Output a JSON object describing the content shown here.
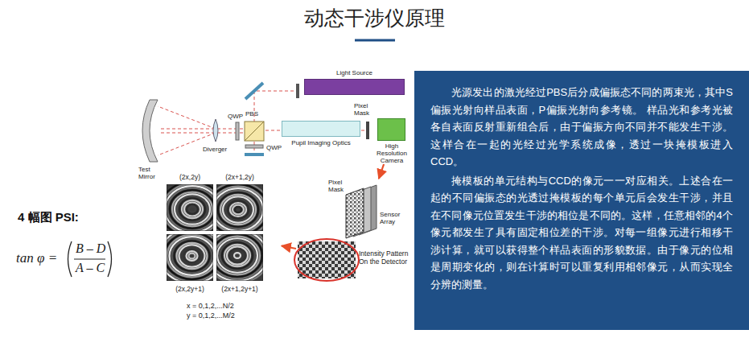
{
  "diagram": {
    "title": "动态干涉仪原理",
    "nodes": [
      {
        "text": [
          "Light Source"
        ]
      },
      {
        "text": [
          "Pupil Imaging Optics"
        ]
      },
      {
        "text": [
          "High Resolution Camera"
        ]
      },
      {
        "text": [
          "Pixel Mask",
          "Sensor Array"
        ]
      },
      {
        "text": [
          "Intensity Pattern On the Detector"
        ]
      },
      {
        "text": [
          "(2x,2y)",
          "(2x+1,2y)",
          "(2x,2y+1)",
          "(2x+1,2y+1)"
        ]
      },
      {
        "text": [
          "光源发出的激光经过PBS后分成偏振态不同的两束光，其中S偏振光射向样品表面，P偏振光射向参考镜。 样品光和参考光被各自表面反射重新组合后，由于偏振方向不同并不能发生干涉。这样合在一起的光经过光学系统成像，透过一块掩模板进入CCD。",
          "掩模板的单元结构与CCD的像元一一对应相关。上述合在一起的不同偏振态的光透过掩模板的每个单元后会发生干涉，并且在不同像元位置发生干涉的相位是不同的。这样，任意相邻的4个像元都发生了具有固定相位差的干涉。对每一组像元进行相移干涉计算，就可以获得整个样品表面的形貌数据。由于像元的位相是周期变化的，则在计算时可以重复利用相邻像元，从而实现全分辨的测量。"
        ]
      }
    ],
    "edges": [
      {
        "from": 2,
        "to": 3,
        "arrow": "to"
      },
      {
        "from": 4,
        "to": 5,
        "arrow": "to"
      }
    ],
    "labels": [
      "PBS",
      "QWP",
      "QWP",
      "Diverger",
      "Test Mirror",
      "Pixel Mask",
      "x = 0,1,2,...N/2",
      "y = 0,1,2,...M/2",
      "4 幅图 PSI:",
      "tan φ =",
      "B – D",
      "A – C"
    ]
  }
}
